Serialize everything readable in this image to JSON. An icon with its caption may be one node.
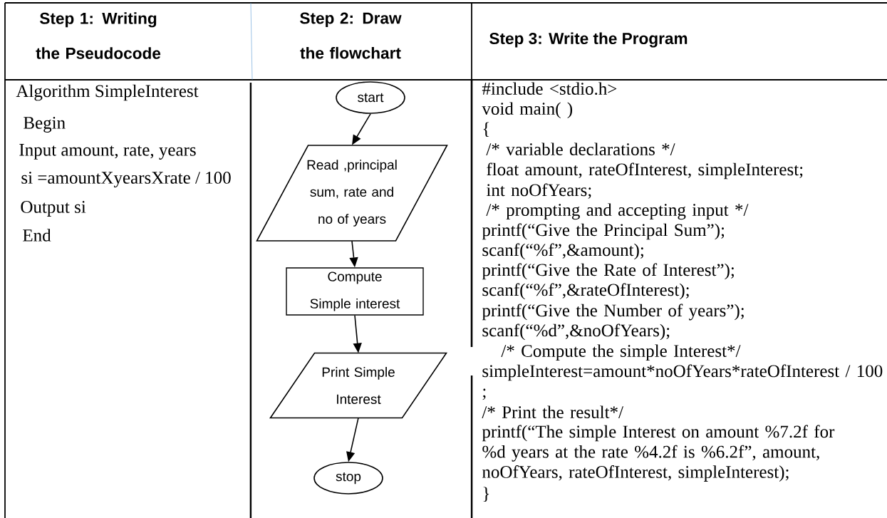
{
  "diagram": {
    "nodes": [
      {
        "text": [
          "start"
        ]
      },
      {
        "text": [
          "Read ,principal sum, rate and no of years"
        ]
      },
      {
        "text": [
          "Compute Simple interest"
        ]
      },
      {
        "text": [
          "Print Simple Interest"
        ]
      },
      {
        "text": [
          "stop"
        ]
      }
    ],
    "edges": [
      {
        "from": 0,
        "to": 1,
        "arrow": "to"
      },
      {
        "from": 1,
        "to": 2,
        "arrow": "to"
      },
      {
        "from": 2,
        "to": 3,
        "arrow": "to"
      },
      {
        "from": 3,
        "to": 4,
        "arrow": "to"
      }
    ],
    "labels": [
      "Step 1: Writing the Pseudocode",
      "Step 2: Draw the flowchart",
      "Step 3: Write the Program",
      "Algorithm SimpleInterest",
      "Begin",
      "Input amount, rate, years",
      "si =amountXyearsXrate / 100",
      "Output si",
      "End",
      "#include <stdio.h>",
      "void main( )",
      "{",
      "/* variable declarations */",
      "float amount, rateOfInterest, simpleInterest;",
      "int noOfYears;",
      "/* prompting and accepting input */",
      "printf(“Give the Principal Sum”);",
      "scanf(“%f”,&amount);",
      "printf(“Give the Rate of Interest”);",
      "scanf(“%f”,&rateOfInterest);",
      "printf(“Give the Number of years”);",
      "scanf(“%d”,&noOfYears);",
      "/* Compute the simple Interest*/",
      "simpleInterest=amount*noOfYears*rateOfInterest / 100 ;",
      "/* Print the result*/",
      "printf(“The simple Interest on amount %7.2f for %d years at the rate %4.2f is %6.2f”, amount, noOfYears, rateOfInterest, simpleInterest);",
      "}"
    ]
  }
}
